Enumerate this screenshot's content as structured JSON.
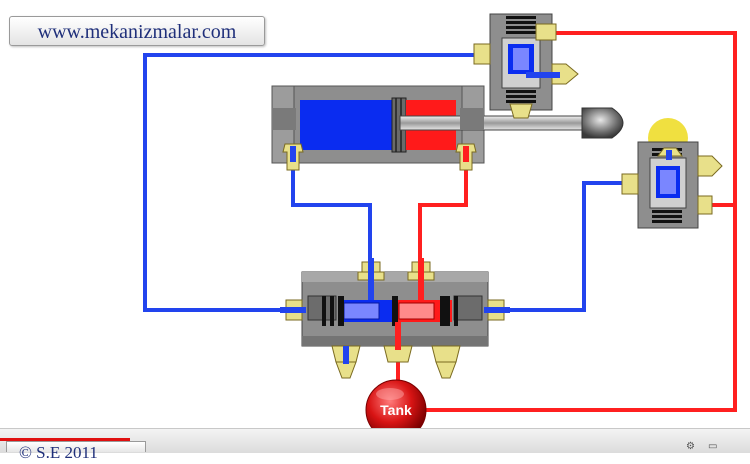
{
  "header": {
    "website": "www.mekanizmalar.com"
  },
  "tank": {
    "label": "Tank"
  },
  "footer": {
    "copyright": "© S.E 2011"
  },
  "colors": {
    "pressure_line": "#ff2020",
    "return_line": "#2244ee",
    "valve_body": "#8e8e8e",
    "fitting": "#e8e08a",
    "tank_fill": "#d01010",
    "trigger_light": "#f0e040"
  },
  "icons": [
    "gear-icon",
    "settings-icon"
  ]
}
